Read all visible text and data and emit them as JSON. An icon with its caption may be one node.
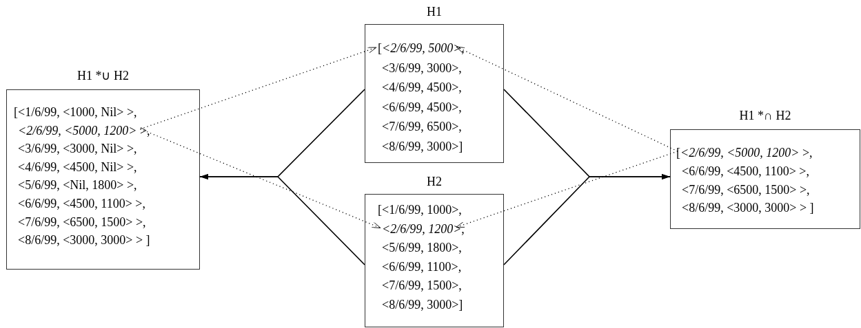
{
  "diagram": {
    "nodes": [
      {
        "text": [
          "H1",
          "[*<2/6/99, 5000>*,",
          "<3/6/99, 3000>,",
          "<4/6/99, 4500>,",
          "<6/6/99, 4500>,",
          "<7/6/99, 6500>,",
          "<8/6/99, 3000>]"
        ]
      },
      {
        "text": [
          "H2",
          "[<1/6/99, 1000>,",
          "*<2/6/99, 1200>*,",
          "<5/6/99, 1800>,",
          "<6/6/99, 1100>,",
          "<7/6/99, 1500>,",
          "<8/6/99, 3000>]"
        ]
      },
      {
        "text": [
          "H1 *∪ H2",
          "[<1/6/99, <1000, Nil> >,",
          "*<2/6/99, <5000, 1200>* >,",
          "<3/6/99, <3000, Nil> >,",
          "<4/6/99, <4500, Nil> >,",
          "<5/6/99, <Nil, 1800> >,",
          "<6/6/99, <4500, 1100> >,",
          "<7/6/99, <6500, 1500> >,",
          "<8/6/99, <3000, 3000> > ]"
        ]
      },
      {
        "text": [
          "H1 *∩ H2",
          "[*<2/6/99, <5000, 1200>* >,",
          "<6/6/99, <4500, 1100> >,",
          "<7/6/99, <6500, 1500> >,",
          "<8/6/99, <3000, 3000> > ]"
        ]
      }
    ],
    "edges": [
      {
        "from": 0,
        "to": 2,
        "arrow": "to"
      },
      {
        "from": 1,
        "to": 2,
        "arrow": "to"
      },
      {
        "from": 0,
        "to": 3,
        "arrow": "to"
      },
      {
        "from": 1,
        "to": 3,
        "arrow": "to"
      },
      {
        "from": 2,
        "to": 0,
        "arrow": "to",
        "style": "dashed"
      },
      {
        "from": 2,
        "to": 1,
        "arrow": "to",
        "style": "dashed"
      },
      {
        "from": 3,
        "to": 0,
        "arrow": "to",
        "style": "dashed"
      },
      {
        "from": 3,
        "to": 1,
        "arrow": "to",
        "style": "dashed"
      }
    ]
  }
}
